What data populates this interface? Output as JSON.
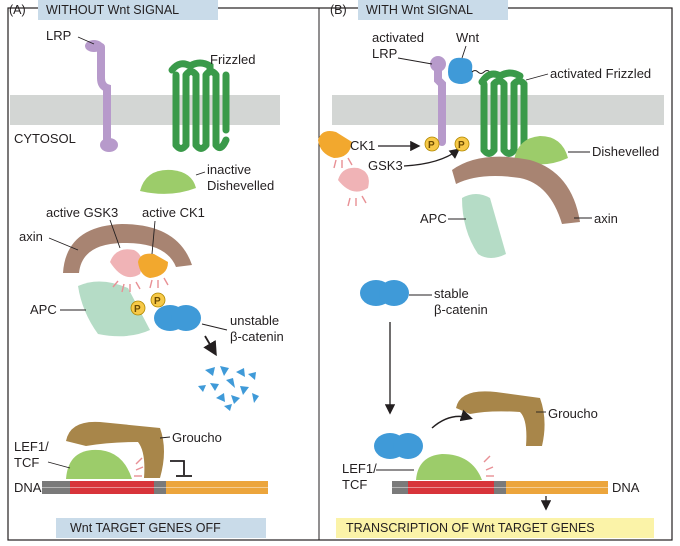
{
  "panel_a": {
    "letter": "(A)",
    "title": "WITHOUT Wnt SIGNAL",
    "labels": {
      "lrp": "LRP",
      "frizzled": "Frizzled",
      "cytosol": "CYTOSOL",
      "inactive_dishevelled_1": "inactive",
      "inactive_dishevelled_2": "Dishevelled",
      "active_gsk3": "active GSK3",
      "active_ck1": "active CK1",
      "axin": "axin",
      "apc": "APC",
      "unstable_1": "unstable",
      "unstable_2": "β-catenin",
      "groucho": "Groucho",
      "lef1": "LEF1/",
      "tcf": "TCF",
      "dna": "DNA",
      "phospho": "P"
    },
    "footer": "Wnt TARGET GENES OFF"
  },
  "panel_b": {
    "letter": "(B)",
    "title": "WITH Wnt SIGNAL",
    "labels": {
      "activated_lrp_1": "activated",
      "activated_lrp_2": "LRP",
      "wnt": "Wnt",
      "activated_frizzled": "activated Frizzled",
      "ck1": "CK1",
      "gsk3": "GSK3",
      "dishevelled": "Dishevelled",
      "apc": "APC",
      "axin": "axin",
      "stable_1": "stable",
      "stable_2": "β-catenin",
      "groucho": "Groucho",
      "lef1": "LEF1/",
      "tcf": "TCF",
      "dna": "DNA",
      "phospho": "P"
    },
    "footer": "TRANSCRIPTION OF Wnt TARGET GENES"
  },
  "colors": {
    "membrane": "#d3d6d4",
    "lrp": "#b79acb",
    "frizzled": "#3a9a4a",
    "dishevelled": "#9ccc6a",
    "axin": "#a88472",
    "apc": "#b5dcc6",
    "gsk3": "#f0b3b6",
    "ck1": "#f2a82e",
    "phospho": "#f7c948",
    "beta_catenin": "#3f9ad8",
    "groucho": "#a8864a",
    "lef1_tcf": "#9ccc6a",
    "dna_red": "#d8343a",
    "dna_orange": "#eca53c",
    "dna_gray": "#7a7a7a",
    "header_bg": "#c9dbe9",
    "footer_off_bg": "#c9dbe9",
    "footer_on_bg": "#fbf3a8"
  }
}
